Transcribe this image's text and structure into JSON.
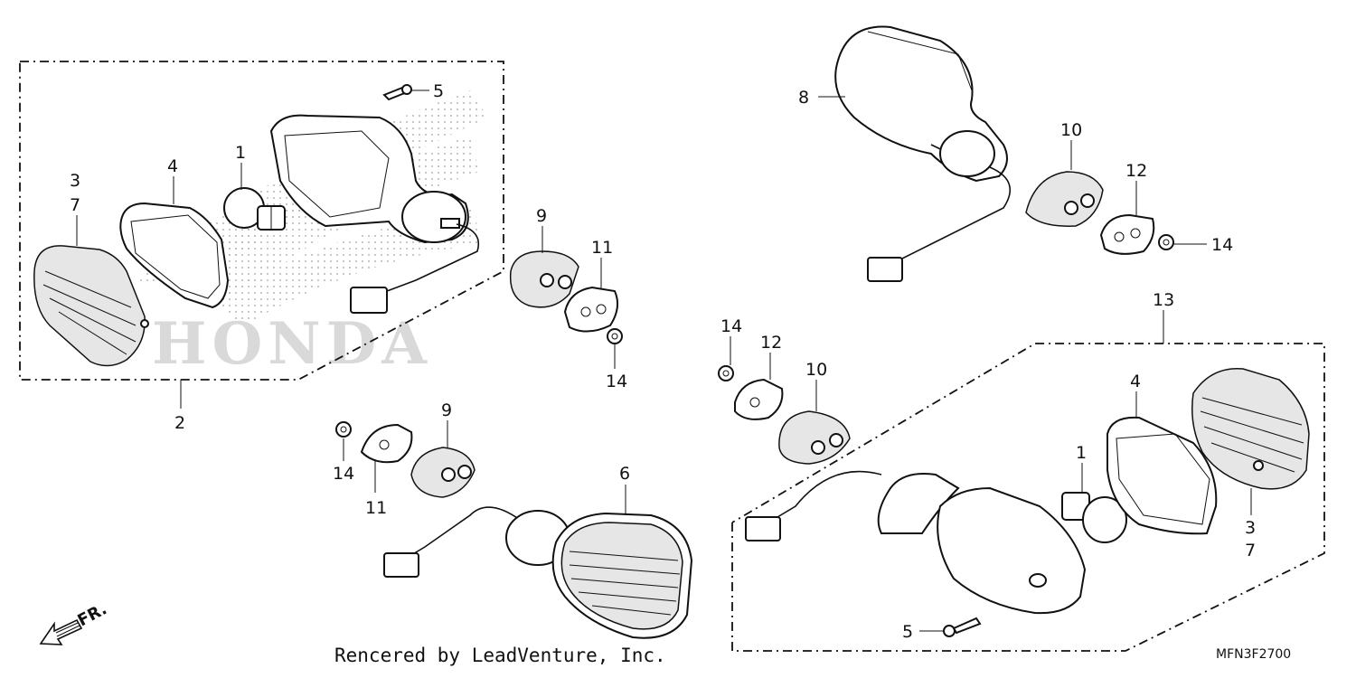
{
  "watermark": "HONDA",
  "labels": {
    "p1a": "1",
    "p2": "2",
    "p3a": "3",
    "p7a": "7",
    "p4a": "4",
    "p5a": "5",
    "p9a": "9",
    "p11a": "11",
    "p14a": "14",
    "p8": "8",
    "p10a": "10",
    "p12a": "12",
    "p14b": "14",
    "p14c": "14",
    "p11b": "11",
    "p9b": "9",
    "p6": "6",
    "p13": "13",
    "p14d": "14",
    "p12b": "12",
    "p10b": "10",
    "p4b": "4",
    "p1b": "1",
    "p3b": "3",
    "p7b": "7",
    "p5b": "5"
  },
  "direction_marker": "FR.",
  "credit": "Rencered by LeadVenture, Inc.",
  "diagram_code": "MFN3F2700"
}
